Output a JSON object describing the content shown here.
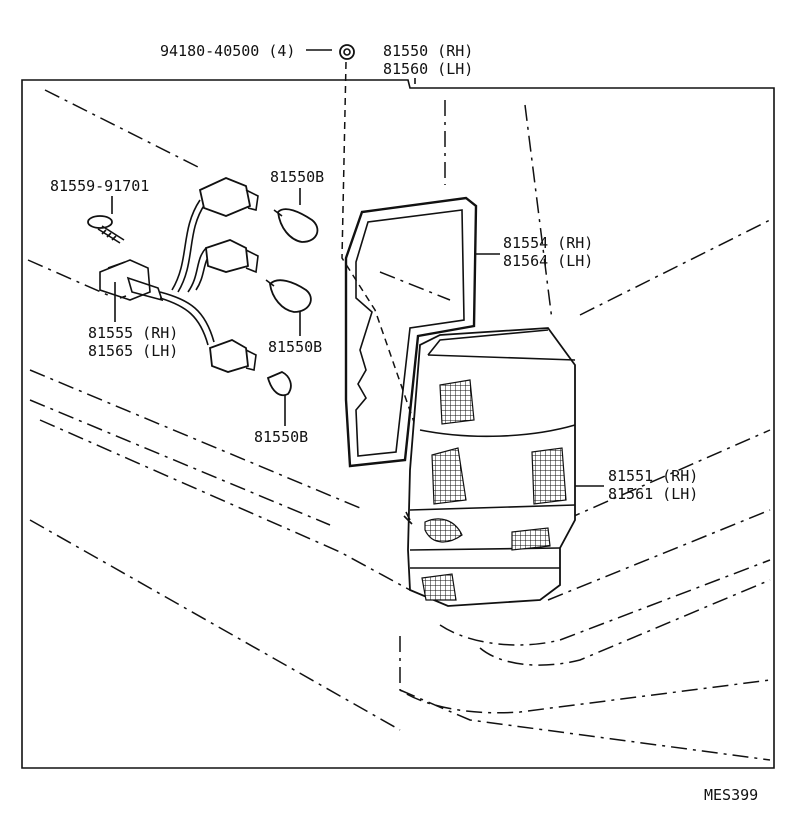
{
  "diagram": {
    "colors": {
      "ink": "#111111",
      "paper": "#ffffff"
    },
    "labels": {
      "clip": "94180-40500 (4)",
      "lamp_assy_rh": "81550 (RH)",
      "lamp_assy_lh": "81560 (LH)",
      "screw": "81559-91701",
      "bulb_top": "81550B",
      "gasket_rh": "81554 (RH)",
      "gasket_lh": "81564 (LH)",
      "socket_rh": "81555 (RH)",
      "socket_lh": "81565 (LH)",
      "bulb_mid": "81550B",
      "bulb_bottom": "81550B",
      "lens_rh": "81551 (RH)",
      "lens_lh": "81561 (LH)",
      "figure_code": "MES399"
    },
    "icons": [
      "clip-nut-icon",
      "screw-icon",
      "socket-wire-harness-icon",
      "bulb-icon",
      "gasket-icon",
      "lamp-lens-icon"
    ]
  }
}
